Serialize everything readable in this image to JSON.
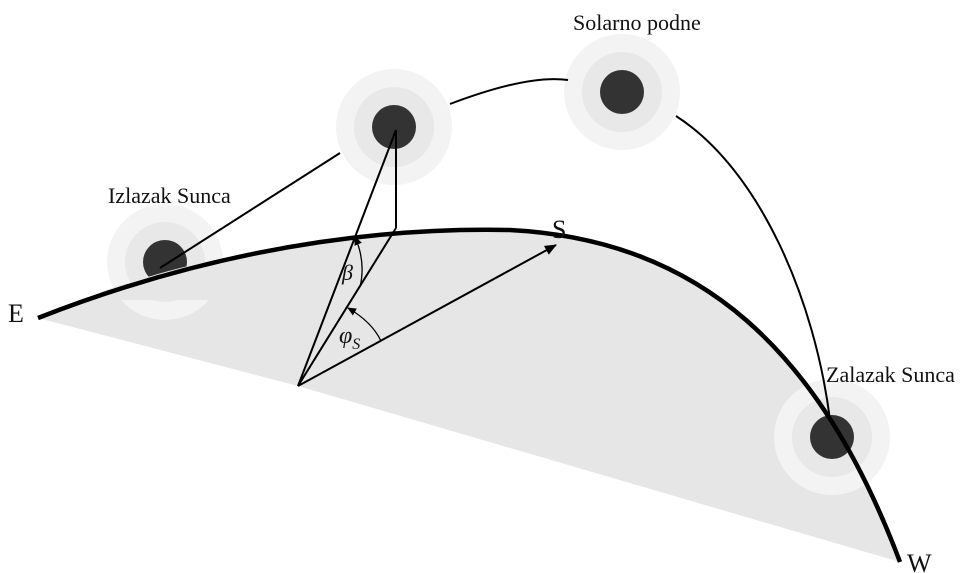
{
  "labels": {
    "east": "E",
    "west": "W",
    "south": "S",
    "sunrise": "Izlazak Sunca",
    "solar_noon": "Solarno podne",
    "sunset": "Zalazak Sunca",
    "altitude_angle": "β",
    "azimuth_angle": "φ",
    "azimuth_subscript": "S"
  },
  "colors": {
    "ground": "#e6e6e6",
    "sun": "#333333",
    "halo_outer": "#f3f3f3",
    "halo_inner": "#e6e6e6",
    "line": "#000000"
  }
}
